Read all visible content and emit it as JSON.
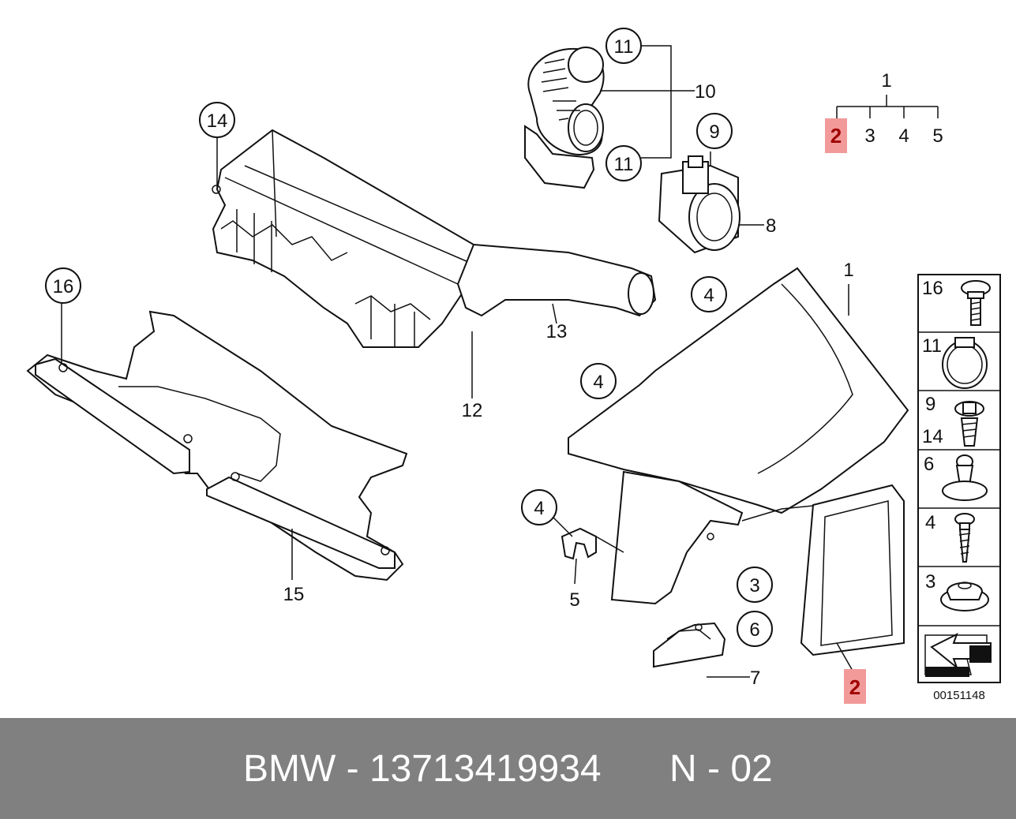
{
  "diagram_number": "00151148",
  "callouts": {
    "c1_tree": "1",
    "c2_tree": "2",
    "c3_tree": "3",
    "c4_tree": "4",
    "c5_tree": "5",
    "c11_top": "11",
    "c10": "10",
    "c11_bottom": "11",
    "c9": "9",
    "c8": "8",
    "c14": "14",
    "c13": "13",
    "c12": "12",
    "c16": "16",
    "c15": "15",
    "c1_cover": "1",
    "c4_a": "4",
    "c4_b": "4",
    "c4_c": "4",
    "c5": "5",
    "c3": "3",
    "c6": "6",
    "c7": "7",
    "c2_filter": "2"
  },
  "legend": [
    "16",
    "11",
    "9",
    "14",
    "6",
    "4",
    "3"
  ],
  "highlight_color": "#f29a9a",
  "footer": {
    "part_text": "BMW - 13713419934",
    "position_text": "N - 02"
  }
}
